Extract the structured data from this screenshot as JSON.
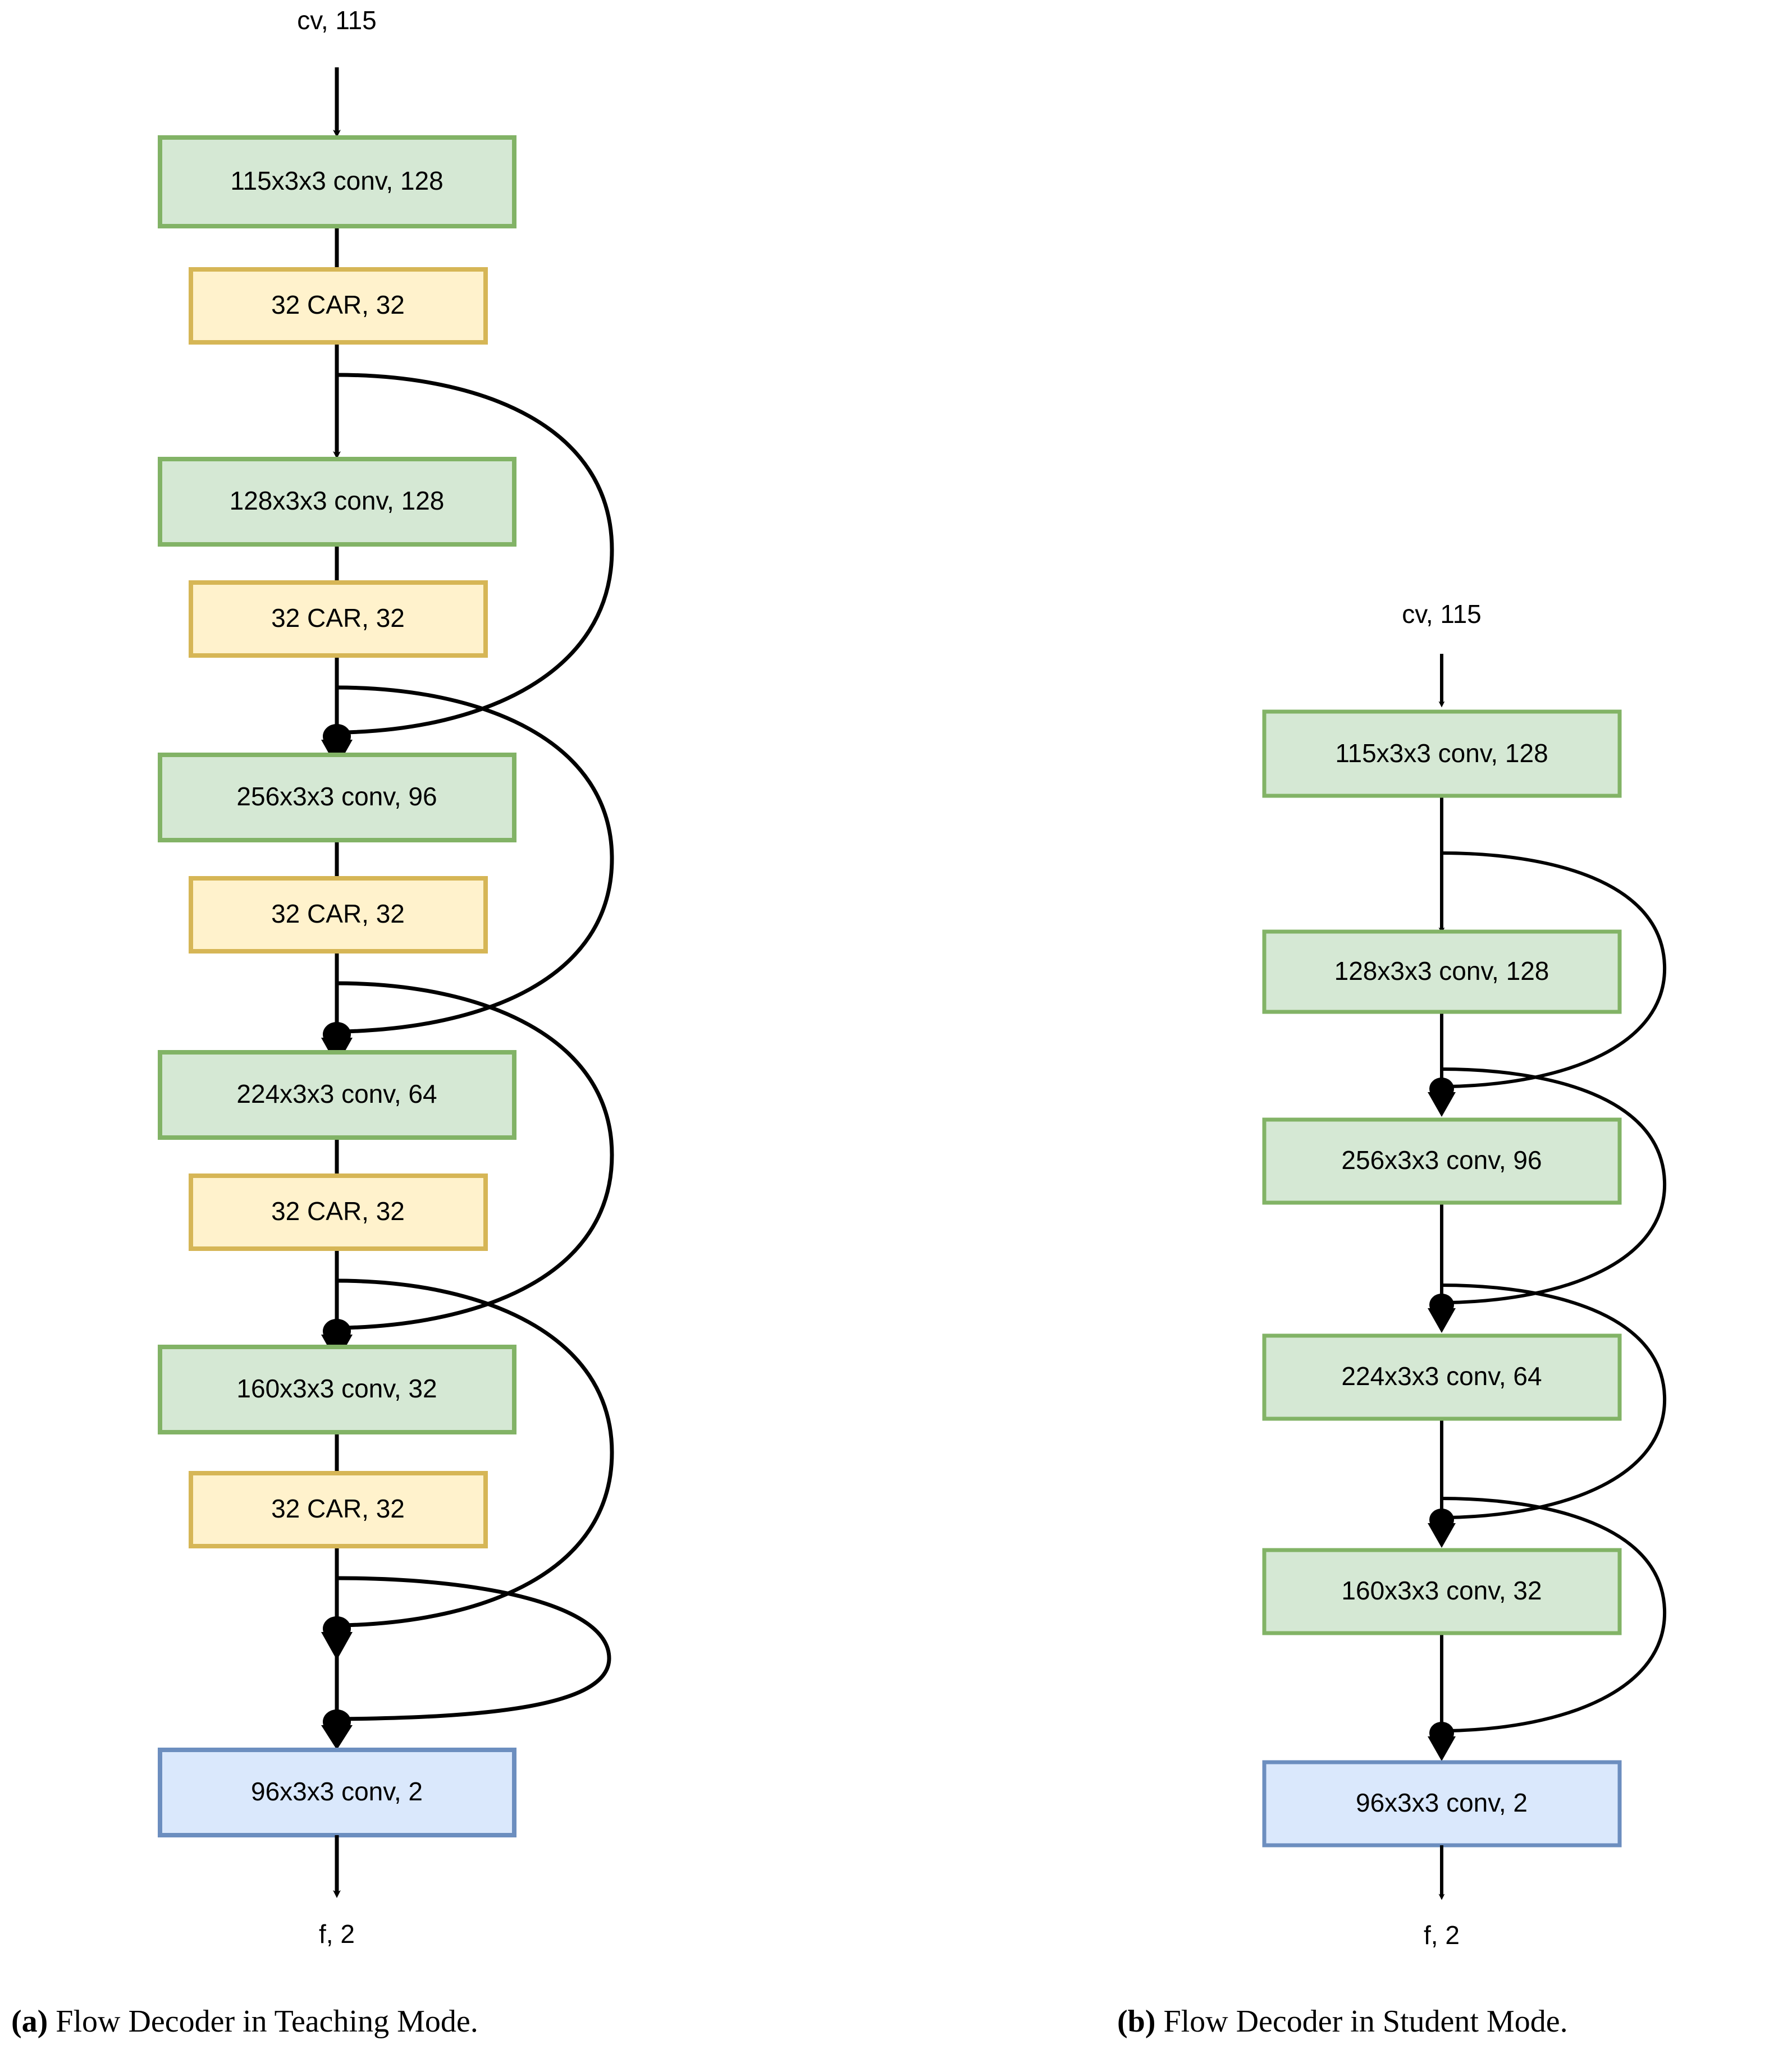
{
  "figure": {
    "panels": [
      {
        "id": "a",
        "caption_marker": "(a)",
        "caption_text": " Flow Decoder in Teaching Mode.",
        "input_label": "cv, 115",
        "output_label": "f, 2",
        "blocks": [
          {
            "label": "115x3x3 conv, 128",
            "kind": "conv"
          },
          {
            "label": "32 CAR, 32",
            "kind": "car"
          },
          {
            "label": "128x3x3 conv, 128",
            "kind": "conv"
          },
          {
            "label": "32 CAR, 32",
            "kind": "car"
          },
          {
            "label": "256x3x3 conv, 96",
            "kind": "conv"
          },
          {
            "label": "32 CAR, 32",
            "kind": "car"
          },
          {
            "label": "224x3x3 conv, 64",
            "kind": "conv"
          },
          {
            "label": "32 CAR, 32",
            "kind": "car"
          },
          {
            "label": "160x3x3 conv, 32",
            "kind": "conv"
          },
          {
            "label": "32 CAR, 32",
            "kind": "car"
          },
          {
            "label": "96x3x3 conv, 2",
            "kind": "out"
          }
        ]
      },
      {
        "id": "b",
        "caption_marker": "(b)",
        "caption_text": " Flow Decoder in Student Mode.",
        "input_label": "cv, 115",
        "output_label": "f, 2",
        "blocks": [
          {
            "label": "115x3x3 conv, 128",
            "kind": "conv"
          },
          {
            "label": "128x3x3 conv, 128",
            "kind": "conv"
          },
          {
            "label": "256x3x3 conv, 96",
            "kind": "conv"
          },
          {
            "label": "224x3x3 conv, 64",
            "kind": "conv"
          },
          {
            "label": "160x3x3 conv, 32",
            "kind": "conv"
          },
          {
            "label": "96x3x3 conv, 2",
            "kind": "out"
          }
        ]
      }
    ],
    "colors": {
      "conv_fill": "#d5e8d4",
      "conv_stroke": "#82b366",
      "car_fill": "#fff2cc",
      "car_stroke": "#d6b656",
      "out_fill": "#dae8fc",
      "out_stroke": "#6c8ebf",
      "edge": "#000000",
      "background": "#ffffff"
    }
  }
}
